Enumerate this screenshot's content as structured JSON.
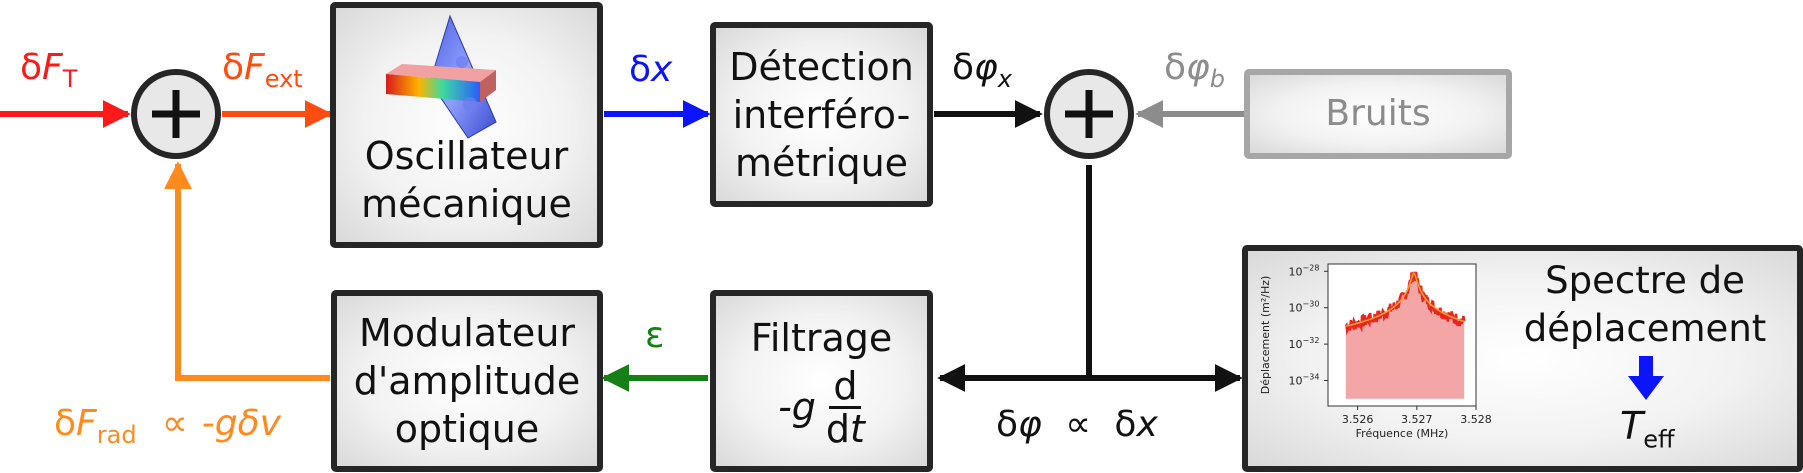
{
  "blocks": {
    "oscillator": [
      "Oscillateur",
      "mécanique"
    ],
    "detection": [
      "Détection",
      "interféro-",
      "métrique"
    ],
    "noise": "Bruits",
    "filter": {
      "title": "Filtrage",
      "gain": "-g",
      "num": "d",
      "den_d": "d",
      "den_t": "t"
    },
    "modulator": [
      "Modulateur",
      "d'amplitude",
      "optique"
    ],
    "spectrum": [
      "Spectre de",
      "déplacement"
    ]
  },
  "labels": {
    "force_thermal": {
      "base": "δ",
      "var": "F",
      "sub": "T"
    },
    "force_ext": {
      "base": "δ",
      "var": "F",
      "sub": "ext"
    },
    "dx": {
      "base": "δ",
      "var": "x"
    },
    "dphi_x": {
      "base": "δ",
      "var": "φ",
      "sub": "x"
    },
    "dphi_b": {
      "base": "δ",
      "var": "φ",
      "sub": "b"
    },
    "epsilon": "ε",
    "dphi_prop": {
      "lhs_b": "δ",
      "lhs_v": "φ",
      "op": "∝",
      "rhs_b": "δ",
      "rhs_v": "x"
    },
    "force_rad": {
      "base": "δ",
      "var": "F",
      "sub": "rad",
      "op": "∝",
      "rhs": "-gδv"
    },
    "t_eff": {
      "var": "T",
      "sub": "eff"
    }
  },
  "inset_chart": {
    "chart_data": {
      "type": "line",
      "xlabel": "Fréquence (MHz)",
      "ylabel": "Déplacement (m²/Hz)",
      "xticks": [
        "3.526",
        "3.527",
        "3.528"
      ],
      "yticks": [
        {
          "base": "10",
          "exp": "−28"
        },
        {
          "base": "10",
          "exp": "−30"
        },
        {
          "base": "10",
          "exp": "−32"
        },
        {
          "base": "10",
          "exp": "−34"
        }
      ],
      "xlim": [
        3.5255,
        3.528
      ],
      "ylim_log10": [
        -35.4,
        -27.6
      ],
      "peak_x": 3.52695,
      "peak_log10": -28.1,
      "floor_log10": -34.2
    }
  },
  "colors": {
    "thermal": "#ff1a1a",
    "ext": "#ff4d12",
    "dx": "#0a14ff",
    "epsilon": "#158015",
    "rad": "#ff8a1e",
    "noise": "#8c8c8c",
    "black": "#111111",
    "teff_arrow": "#0a14ff"
  }
}
